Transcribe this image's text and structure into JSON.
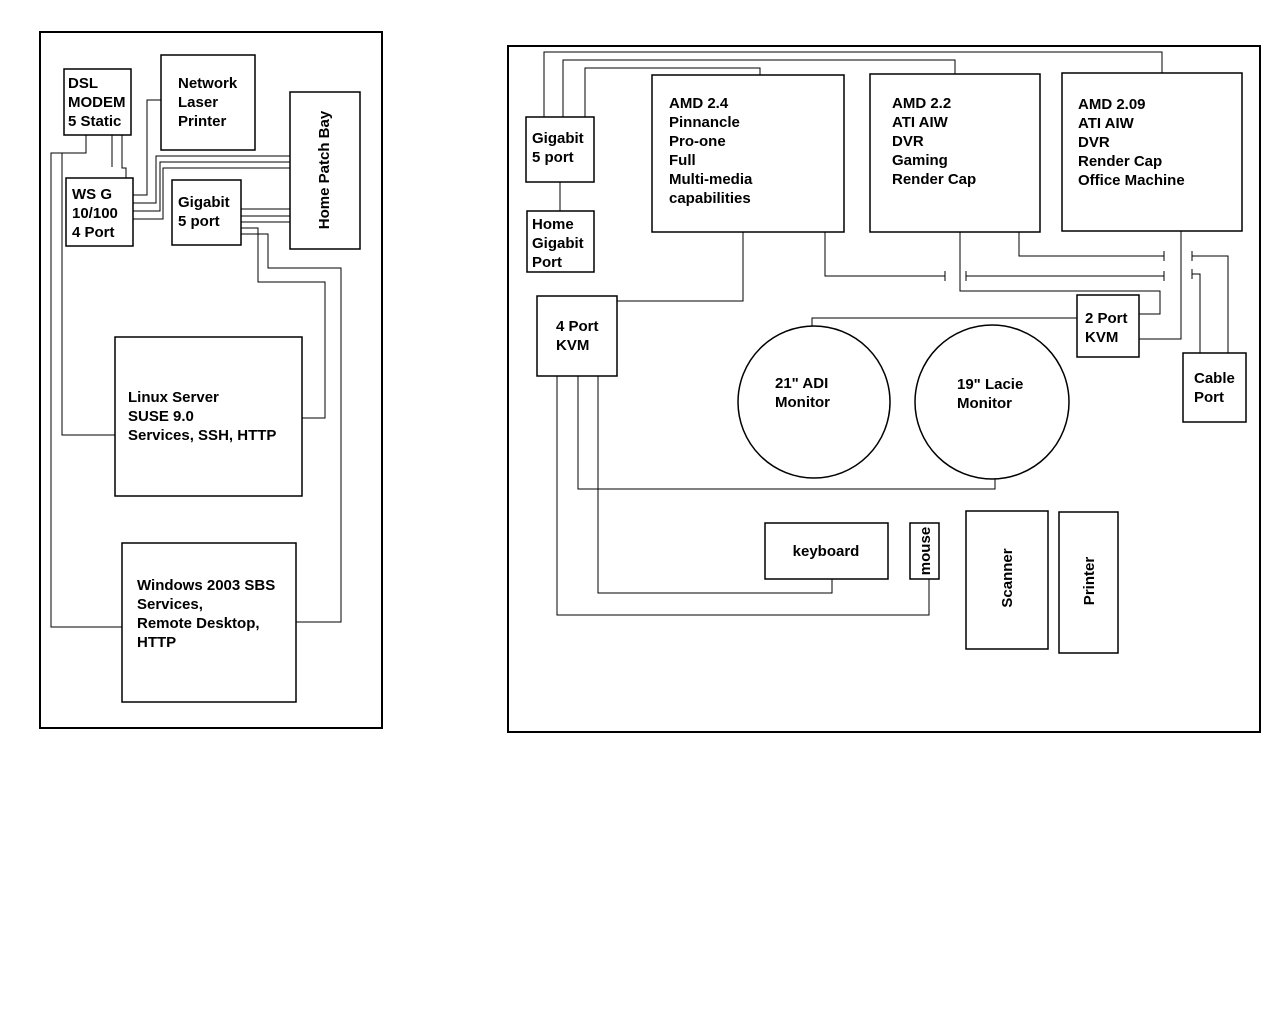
{
  "home_network": {
    "dsl_modem": [
      "DSL",
      "MODEM",
      "5 Static"
    ],
    "network_laser_printer": [
      "Network",
      "Laser",
      "Printer"
    ],
    "home_patch_bay": "Home Patch Bay",
    "ws_g_router": [
      "WS G",
      "10/100",
      "4 Port"
    ],
    "gigabit_switch": [
      "Gigabit",
      "5 port"
    ],
    "linux_server": [
      "Linux Server",
      "SUSE 9.0",
      "Services, SSH, HTTP"
    ],
    "windows_server": [
      "Windows 2003 SBS",
      "Services,",
      "Remote Desktop,",
      "HTTP"
    ]
  },
  "desk_setup": {
    "gigabit_switch": [
      "Gigabit",
      "5 port"
    ],
    "home_gigabit_port": [
      "Home",
      "Gigabit",
      "Port"
    ],
    "amd_24": [
      "AMD 2.4",
      "Pinnancle",
      "Pro-one",
      "Full",
      "Multi-media",
      "capabilities"
    ],
    "amd_22": [
      "AMD 2.2",
      "ATI AIW",
      "DVR",
      "Gaming",
      "Render Cap"
    ],
    "amd_209": [
      "AMD 2.09",
      "ATI AIW",
      "DVR",
      "Render Cap",
      "Office Machine"
    ],
    "kvm_4_port": [
      "4 Port",
      "KVM"
    ],
    "kvm_2_port": [
      "2 Port",
      "KVM"
    ],
    "cable_port": [
      "Cable",
      "Port"
    ],
    "monitor_21": [
      "21\" ADI",
      "Monitor"
    ],
    "monitor_19": [
      "19\" Lacie",
      "Monitor"
    ],
    "keyboard": "keyboard",
    "mouse": "mouse",
    "scanner": "Scanner",
    "printer": "Printer"
  }
}
